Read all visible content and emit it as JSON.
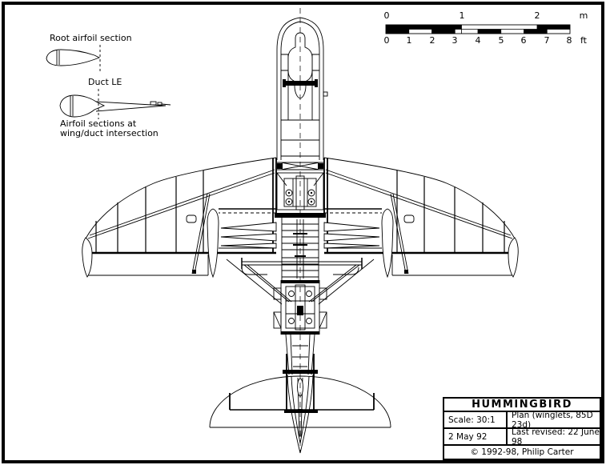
{
  "legend": {
    "root_airfoil": "Root airfoil section",
    "duct_le": "Duct LE",
    "intersection_1": "Airfoil sections at",
    "intersection_2": "wing/duct intersection"
  },
  "scalebar": {
    "m": [
      "0",
      "1",
      "2"
    ],
    "m_unit": "m",
    "ft": [
      "0",
      "1",
      "2",
      "3",
      "4",
      "5",
      "6",
      "7",
      "8"
    ],
    "ft_unit": "ft"
  },
  "title_block": {
    "title": "HUMMINGBIRD",
    "scale": "Scale: 30:1",
    "view": "Plan (winglets, 85D 23d)",
    "date": "2 May 92",
    "revision": "Last revised: 22 June 98",
    "copyright": "© 1992-98, Philip Carter"
  },
  "colors": {
    "ink": "#000000",
    "paper": "#ffffff"
  }
}
